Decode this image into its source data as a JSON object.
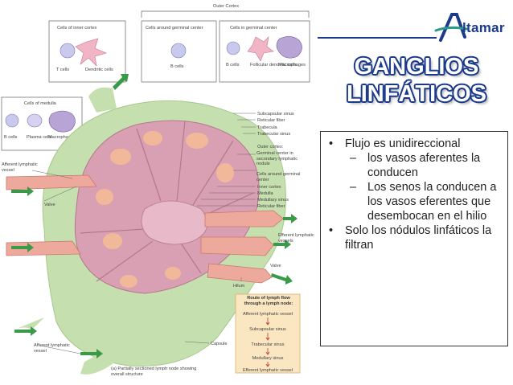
{
  "logo": {
    "text": "ltamar",
    "glyph": "A"
  },
  "title": {
    "line1": "GANGLIOS",
    "line2": "LINFÁTICOS"
  },
  "bullets": [
    {
      "text": "Flujo es unidireccional",
      "sub": [
        "los vasos aferentes la conducen",
        "Los senos la conducen a los vasos eferentes que desembocan en el hilio"
      ]
    },
    {
      "text": "Solo los nódulos linfáticos la filtran",
      "sub": []
    }
  ],
  "diagram": {
    "outer_cortex_top": "Outer Cortex",
    "inner_cortex_box": {
      "title": "Cells of inner cortex",
      "cells": [
        "T cells",
        "Dendritic cells"
      ]
    },
    "germinal_around_box": {
      "title": "Cells around germinal center",
      "cells": [
        "B cells"
      ]
    },
    "germinal_in_box": {
      "title": "Cells in germinal center",
      "cells": [
        "B cells",
        "Follicular dendritic cells",
        "Macrophages"
      ]
    },
    "medulla_box": {
      "title": "Cells of medulla",
      "cells": [
        "B cells",
        "Plasma cells",
        "Macrophages"
      ]
    },
    "right_labels": [
      "Subcapsular sinus",
      "Reticular fiber",
      "Trabecula",
      "Trabecular sinus",
      "Outer cortex:",
      "Germinal center in secondary lymphatic nodule",
      "Cells around germinal center",
      "Inner cortex",
      "Medulla",
      "Medullary sinus",
      "Reticular fiber"
    ],
    "afferent_label_top": "Afferent lymphatic vessel",
    "valve_left": "Valve",
    "efferent_label": "Efferent lymphatic vessels",
    "valve_right": "Valve",
    "hilum": "Hilum",
    "afferent_label_bottom": "Afferent lymphatic vessel",
    "capsule": "Capsule",
    "caption": "(a) Partially sectioned lymph node showing overall structure",
    "route": {
      "title": "Route of lymph flow through a lymph node:",
      "steps": [
        "Afferent lymphatic vessel",
        "Subcapsular sinus",
        "Trabecular sinus",
        "Medullary sinus",
        "Efferent lymphatic vessel"
      ]
    },
    "colors": {
      "capsule": "#c6dfae",
      "tissue": "#d9a0b3",
      "vessel": "#eea99d",
      "arrow": "#3a9a48",
      "brand": "#1b3a8a"
    }
  }
}
